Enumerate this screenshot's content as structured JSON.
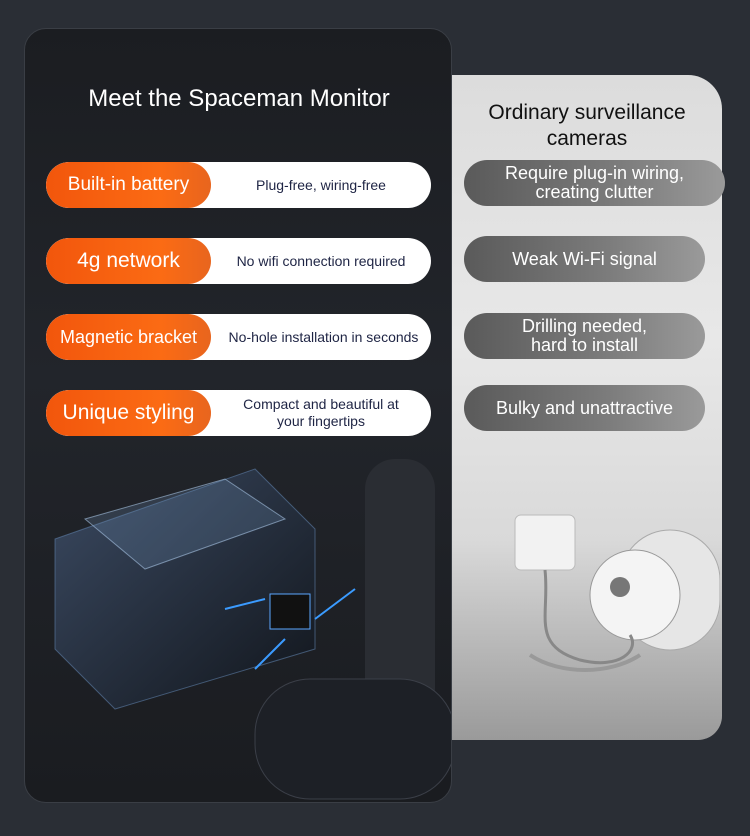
{
  "left_card": {
    "title": "Meet the Spaceman Monitor",
    "features": [
      {
        "label": "Built-in battery",
        "description": "Plug-free, wiring-free"
      },
      {
        "label": "4g network",
        "description": "No wifi connection required"
      },
      {
        "label": "Magnetic bracket",
        "description": "No-hole installation in seconds"
      },
      {
        "label": "Unique styling",
        "description": "Compact and beautiful at your fingertips"
      }
    ]
  },
  "right_card": {
    "title": "Ordinary surveillance cameras",
    "drawbacks": [
      "Require plug-in wiring, creating clutter",
      "Weak Wi-Fi signal",
      "Drilling needed, hard to install",
      "Bulky and unattractive"
    ]
  },
  "colors": {
    "accent": "#f65d10",
    "background": "#2a2e35",
    "feature_text": "#1e2444"
  }
}
